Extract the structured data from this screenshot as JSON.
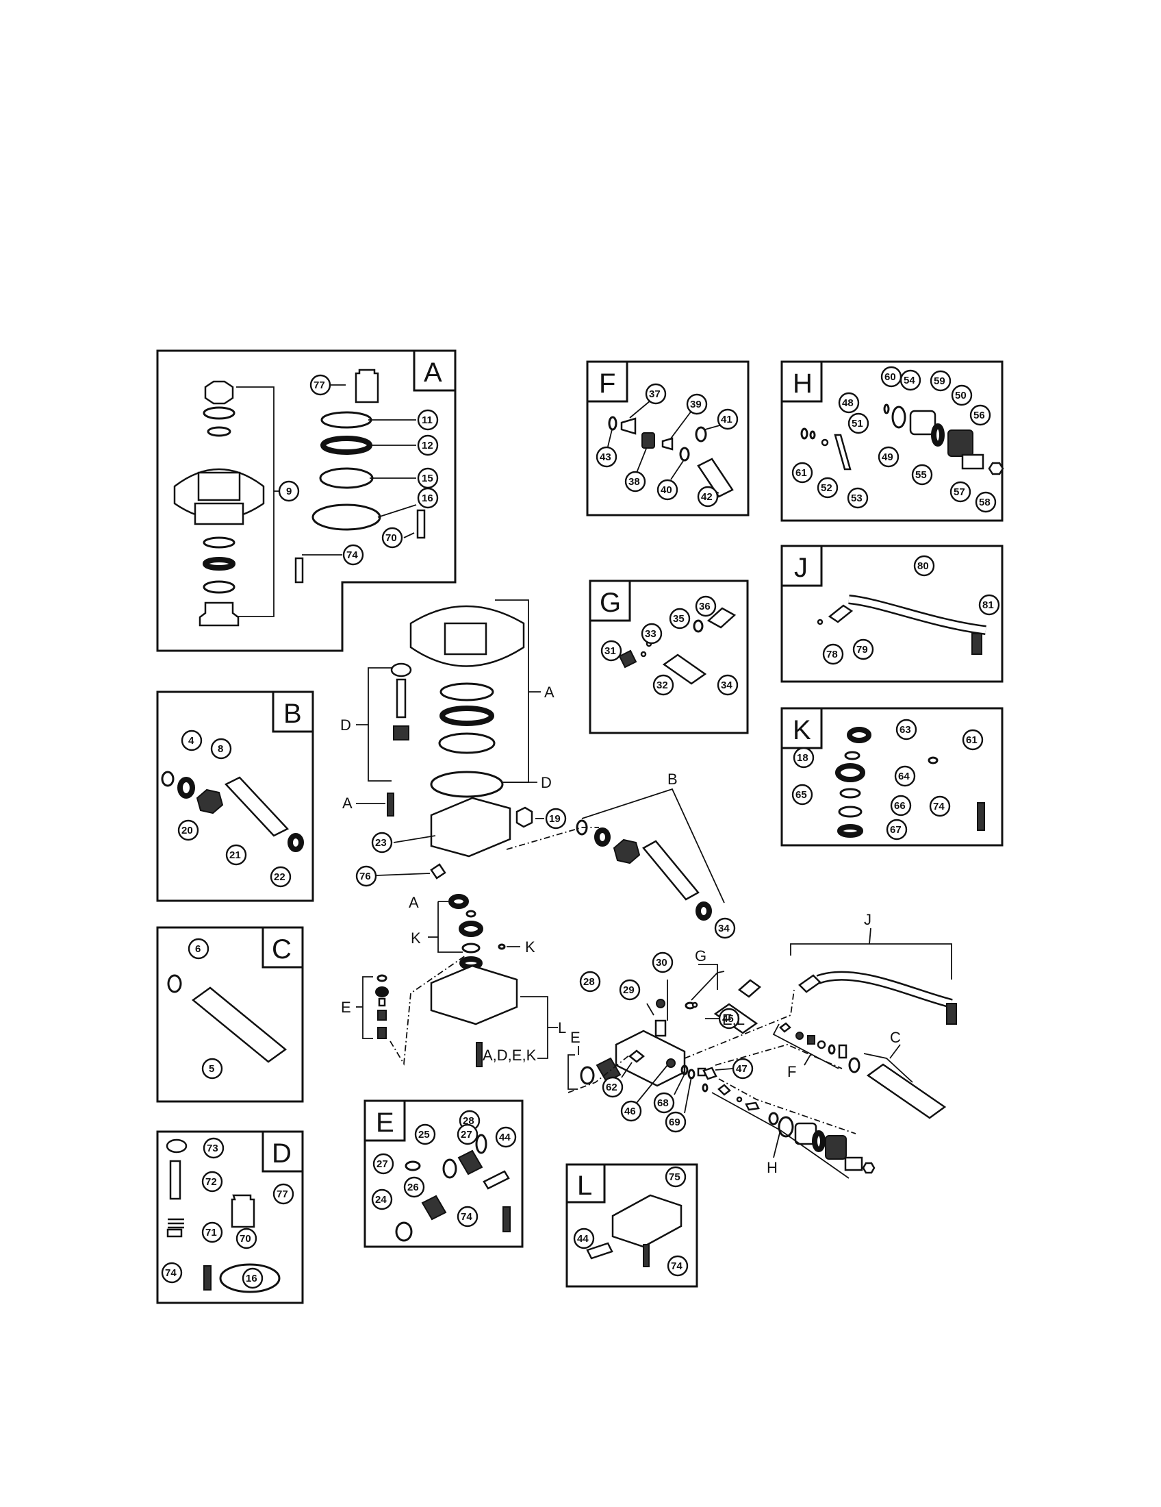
{
  "panels": [
    {
      "id": "A",
      "label": "A"
    },
    {
      "id": "B",
      "label": "B"
    },
    {
      "id": "C",
      "label": "C"
    },
    {
      "id": "D",
      "label": "D"
    },
    {
      "id": "E",
      "label": "E"
    },
    {
      "id": "F",
      "label": "F"
    },
    {
      "id": "G",
      "label": "G"
    },
    {
      "id": "H",
      "label": "H"
    },
    {
      "id": "J",
      "label": "J"
    },
    {
      "id": "K",
      "label": "K"
    },
    {
      "id": "L",
      "label": "L"
    }
  ],
  "callouts": {
    "a77": "77",
    "a11": "11",
    "a12": "12",
    "a15": "15",
    "a9": "9",
    "a16": "16",
    "a70": "70",
    "a74": "74",
    "f37": "37",
    "f39": "39",
    "f41": "41",
    "f43": "43",
    "f38": "38",
    "f40": "40",
    "f42": "42",
    "h60": "60",
    "h54": "54",
    "h59": "59",
    "h48": "48",
    "h50": "50",
    "h51": "51",
    "h56": "56",
    "h61": "61",
    "h49": "49",
    "h52": "52",
    "h53": "53",
    "h55": "55",
    "h57": "57",
    "h58": "58",
    "g36": "36",
    "g33": "33",
    "g35": "35",
    "g31": "31",
    "g32": "32",
    "g34": "34",
    "j80": "80",
    "j81": "81",
    "j78": "78",
    "j79": "79",
    "k63": "63",
    "k61": "61",
    "k18": "18",
    "k64": "64",
    "k65": "65",
    "k66": "66",
    "k74": "74",
    "k67": "67",
    "b4": "4",
    "b8": "8",
    "b20": "20",
    "b21": "21",
    "b22": "22",
    "c6": "6",
    "c5": "5",
    "d73": "73",
    "d72": "72",
    "d77": "77",
    "d71": "71",
    "d70": "70",
    "d74": "74",
    "d16": "16",
    "e28": "28",
    "e27a": "27",
    "e25": "25",
    "e27b": "27",
    "e44": "44",
    "e26": "26",
    "e24": "24",
    "e74": "74",
    "l75": "75",
    "l44": "44",
    "l74": "74",
    "m19": "19",
    "m23": "23",
    "m76": "76",
    "m34": "34",
    "m30": "30",
    "m29": "29",
    "m28": "28",
    "m45": "45",
    "m47": "47",
    "m62": "62",
    "m46": "46",
    "m68": "68",
    "m69": "69"
  },
  "group_labels": {
    "a_right": "A",
    "d_top": "D",
    "a_left": "A",
    "d_right": "D",
    "b": "B",
    "a_mid": "A",
    "k_left": "K",
    "k_right": "K",
    "e_left": "E",
    "l": "L",
    "adek": "A,D,E,K",
    "e_mid": "E",
    "g": "G",
    "el": "E,L",
    "j": "J",
    "c": "C",
    "f": "F",
    "h": "H"
  }
}
